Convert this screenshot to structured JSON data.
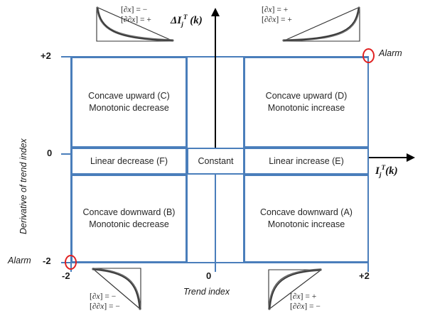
{
  "diagram": {
    "title_axis_y": "ΔI",
    "axes": {
      "y_axis_symbol_delta": "Δ",
      "y_axis_symbol_I": "I",
      "y_axis_sub": "j",
      "y_axis_sup": "T",
      "y_axis_arg": "(k)",
      "x_axis_symbol_I": "I",
      "x_axis_sub": "j",
      "x_axis_sup": "T",
      "x_axis_arg": "(k)",
      "x_axis_name": "Trend index",
      "y_axis_name": "Derivative of trend index"
    },
    "ticks": {
      "y_top": "+2",
      "y_mid": "0",
      "y_bottom": "-2",
      "x_left": "-2",
      "x_mid": "0",
      "x_right": "+2"
    },
    "alarms": {
      "top_right_label": "Alarm",
      "bottom_left_label": "Alarm"
    },
    "cells": [
      {
        "id": "cell-C",
        "line1": "Concave upward (C)",
        "line2": "Monotonic decrease"
      },
      {
        "id": "cell-D",
        "line1": "Concave upward (D)",
        "line2": "Monotonic increase"
      },
      {
        "id": "cell-F",
        "line1": "Linear decrease (F)",
        "line2": ""
      },
      {
        "id": "cell-Constant",
        "line1": "Constant",
        "line2": ""
      },
      {
        "id": "cell-E",
        "line1": "Linear increase (E)",
        "line2": ""
      },
      {
        "id": "cell-B",
        "line1": "Concave downward (B)",
        "line2": "Monotonic decrease"
      },
      {
        "id": "cell-A",
        "line1": "Concave downward (A)",
        "line2": "Monotonic increase"
      }
    ],
    "corner_annotations": [
      {
        "id": "top-left",
        "first_symbol": "∂x",
        "first_sign": "−",
        "second_symbol": "∂∂x",
        "second_sign": "+"
      },
      {
        "id": "top-right",
        "first_symbol": "∂x",
        "first_sign": "+",
        "second_symbol": "∂∂x",
        "second_sign": "+"
      },
      {
        "id": "bottom-left",
        "first_symbol": "∂x",
        "first_sign": "−",
        "second_symbol": "∂∂x",
        "second_sign": "−"
      },
      {
        "id": "bottom-right",
        "first_symbol": "∂x",
        "first_sign": "+",
        "second_symbol": "∂∂x",
        "second_sign": "−"
      }
    ],
    "colors": {
      "grid_blue": "#4a7ebb",
      "alarm_red": "#e02020",
      "axis_black": "#000000",
      "text": "#262626"
    }
  }
}
